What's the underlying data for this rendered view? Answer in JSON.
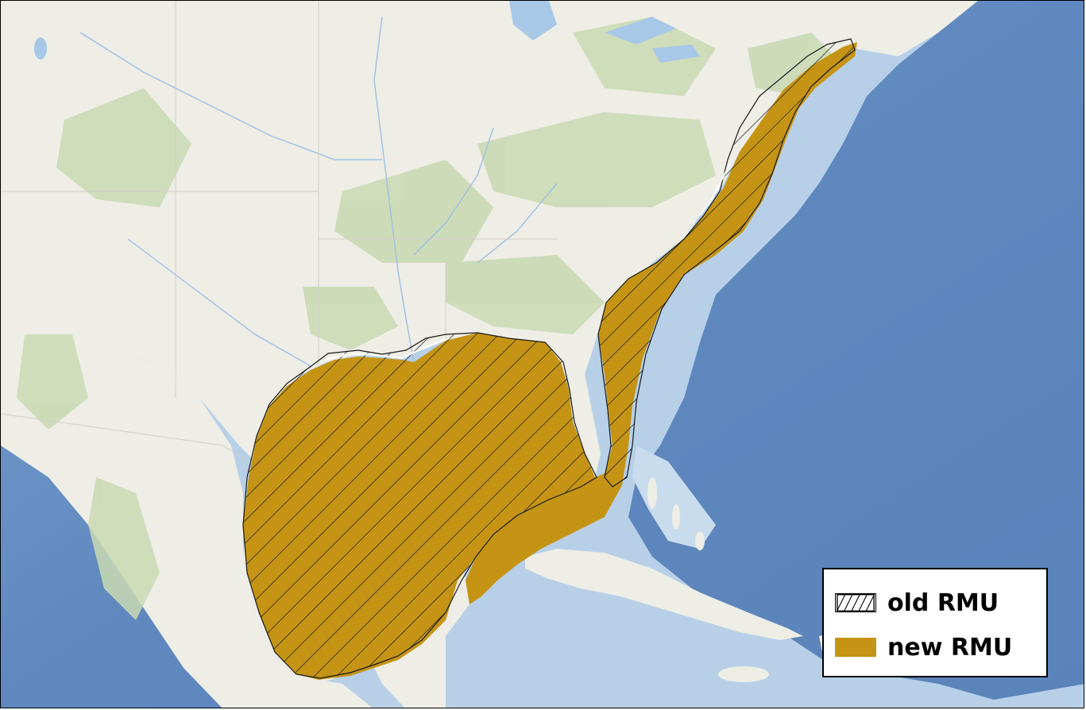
{
  "map": {
    "colors": {
      "land": "#eeede6",
      "vegetation": "#c9d9b2",
      "ocean_shelf": "#b7d0e8",
      "ocean_deep": "#5f88bf",
      "rivers": "#9ec1e3",
      "rmu_fill": "#c59414",
      "hatch_line": "#1a1a1a"
    },
    "icons": {
      "old_rmu_symbol": "diagonal-hatch-icon",
      "new_rmu_symbol": "solid-fill-icon"
    }
  },
  "legend": {
    "items": [
      {
        "label": "old RMU",
        "style": "hatched"
      },
      {
        "label": "new RMU",
        "style": "solid",
        "color": "#c59414"
      }
    ]
  }
}
